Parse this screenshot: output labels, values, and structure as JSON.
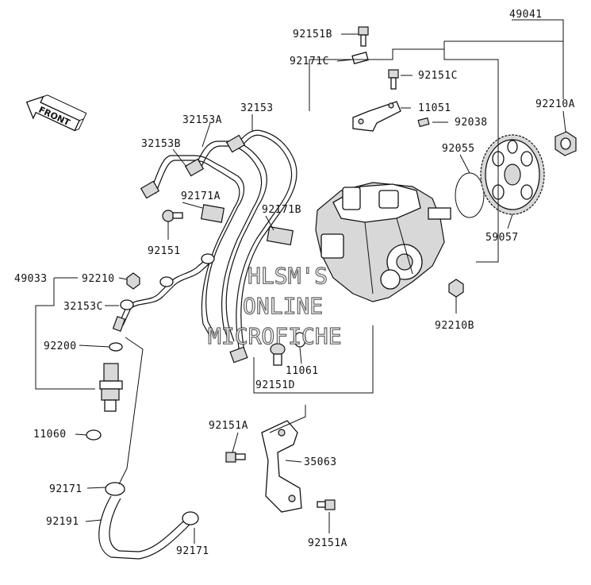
{
  "front_label": "FRONT",
  "watermark": [
    "HLSM'S",
    "ONLINE",
    "MICROFICHE"
  ],
  "callouts": [
    {
      "key": "49041",
      "text": "49041"
    },
    {
      "key": "92151B",
      "text": "92151B"
    },
    {
      "key": "92171C",
      "text": "92171C"
    },
    {
      "key": "92151C",
      "text": "92151C"
    },
    {
      "key": "92210A",
      "text": "92210A"
    },
    {
      "key": "11051",
      "text": "11051"
    },
    {
      "key": "92038",
      "text": "92038"
    },
    {
      "key": "32153",
      "text": "32153"
    },
    {
      "key": "32153A",
      "text": "32153A"
    },
    {
      "key": "32153B",
      "text": "32153B"
    },
    {
      "key": "92055",
      "text": "92055"
    },
    {
      "key": "92171A",
      "text": "92171A"
    },
    {
      "key": "92171B",
      "text": "92171B"
    },
    {
      "key": "59057",
      "text": "59057"
    },
    {
      "key": "92151",
      "text": "92151"
    },
    {
      "key": "49033",
      "text": "49033"
    },
    {
      "key": "92210",
      "text": "92210"
    },
    {
      "key": "32153C",
      "text": "32153C"
    },
    {
      "key": "92210B",
      "text": "92210B"
    },
    {
      "key": "92200",
      "text": "92200"
    },
    {
      "key": "11061",
      "text": "11061"
    },
    {
      "key": "92151D",
      "text": "92151D"
    },
    {
      "key": "92151A_top",
      "text": "92151A"
    },
    {
      "key": "11060",
      "text": "11060"
    },
    {
      "key": "35063",
      "text": "35063"
    },
    {
      "key": "92171_left",
      "text": "92171"
    },
    {
      "key": "92191",
      "text": "92191"
    },
    {
      "key": "92151A_bottom",
      "text": "92151A"
    },
    {
      "key": "92171_bottom",
      "text": "92171"
    }
  ]
}
